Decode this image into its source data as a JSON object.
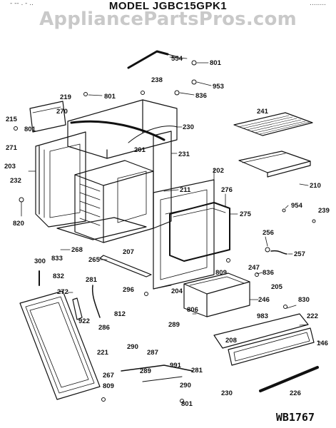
{
  "header": {
    "top_left_fragment": "-  --  .  -  ..",
    "top_right_fragment": "........",
    "title": "MODEL JGBC15GPK1",
    "watermark": "AppliancePartsPros.com"
  },
  "footer": {
    "drawing_code": "WB1767"
  },
  "parts": [
    {
      "id": "554",
      "label": "554"
    },
    {
      "id": "801a",
      "label": "801"
    },
    {
      "id": "238",
      "label": "238"
    },
    {
      "id": "953",
      "label": "953"
    },
    {
      "id": "836a",
      "label": "836"
    },
    {
      "id": "219",
      "label": "219"
    },
    {
      "id": "801b",
      "label": "801"
    },
    {
      "id": "270",
      "label": "270"
    },
    {
      "id": "215",
      "label": "215"
    },
    {
      "id": "801c",
      "label": "801"
    },
    {
      "id": "230a",
      "label": "230"
    },
    {
      "id": "271",
      "label": "271"
    },
    {
      "id": "241",
      "label": "241"
    },
    {
      "id": "201",
      "label": "201"
    },
    {
      "id": "231",
      "label": "231"
    },
    {
      "id": "203",
      "label": "203"
    },
    {
      "id": "232",
      "label": "232"
    },
    {
      "id": "202",
      "label": "202"
    },
    {
      "id": "210",
      "label": "210"
    },
    {
      "id": "211",
      "label": "211"
    },
    {
      "id": "276",
      "label": "276"
    },
    {
      "id": "954",
      "label": "954"
    },
    {
      "id": "239",
      "label": "239"
    },
    {
      "id": "275",
      "label": "275"
    },
    {
      "id": "820",
      "label": "820"
    },
    {
      "id": "256",
      "label": "256"
    },
    {
      "id": "268",
      "label": "268"
    },
    {
      "id": "207",
      "label": "207"
    },
    {
      "id": "257",
      "label": "257"
    },
    {
      "id": "833",
      "label": "833"
    },
    {
      "id": "265",
      "label": "265"
    },
    {
      "id": "809a",
      "label": "809"
    },
    {
      "id": "247",
      "label": "247"
    },
    {
      "id": "300",
      "label": "300"
    },
    {
      "id": "836b",
      "label": "836"
    },
    {
      "id": "832",
      "label": "832"
    },
    {
      "id": "281a",
      "label": "281"
    },
    {
      "id": "296",
      "label": "296"
    },
    {
      "id": "204",
      "label": "204"
    },
    {
      "id": "246",
      "label": "246"
    },
    {
      "id": "205",
      "label": "205"
    },
    {
      "id": "830",
      "label": "830"
    },
    {
      "id": "272",
      "label": "272"
    },
    {
      "id": "812",
      "label": "812"
    },
    {
      "id": "806",
      "label": "806"
    },
    {
      "id": "983",
      "label": "983"
    },
    {
      "id": "222",
      "label": "222"
    },
    {
      "id": "922",
      "label": "922"
    },
    {
      "id": "286",
      "label": "286"
    },
    {
      "id": "289a",
      "label": "289"
    },
    {
      "id": "208",
      "label": "208"
    },
    {
      "id": "146",
      "label": "146"
    },
    {
      "id": "290a",
      "label": "290"
    },
    {
      "id": "287",
      "label": "287"
    },
    {
      "id": "221",
      "label": "221"
    },
    {
      "id": "991",
      "label": "991"
    },
    {
      "id": "281b",
      "label": "281"
    },
    {
      "id": "267",
      "label": "267"
    },
    {
      "id": "289b",
      "label": "289"
    },
    {
      "id": "290b",
      "label": "290"
    },
    {
      "id": "809b",
      "label": "809"
    },
    {
      "id": "230b",
      "label": "230"
    },
    {
      "id": "226",
      "label": "226"
    },
    {
      "id": "801d",
      "label": "801"
    }
  ]
}
